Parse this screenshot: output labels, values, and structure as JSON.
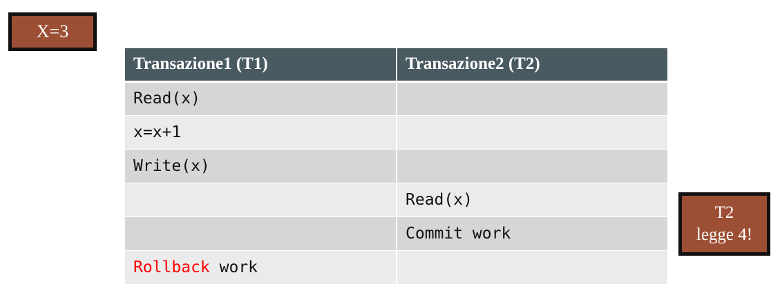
{
  "initial_value": {
    "label": "X=3"
  },
  "table": {
    "headers": [
      "Transazione1 (T1)",
      "Transazione2 (T2)"
    ],
    "rows": [
      {
        "t1": "Read(x)",
        "t2": ""
      },
      {
        "t1": "x=x+1",
        "t2": ""
      },
      {
        "t1": "Write(x)",
        "t2": ""
      },
      {
        "t1": "",
        "t2": "Read(x)"
      },
      {
        "t1": "",
        "t2": "Commit work"
      },
      {
        "t1_keyword": "Rollback",
        "t1_rest": " work",
        "t2": ""
      }
    ]
  },
  "note": {
    "line1": "T2",
    "line2": "legge 4!"
  },
  "colors": {
    "badge_fill": "#9c4f34",
    "badge_border": "#111111",
    "header_fill": "#4a5a61",
    "row_dark": "#d6d6d6",
    "row_light": "#ebebeb",
    "keyword_red": "#ff0000"
  }
}
